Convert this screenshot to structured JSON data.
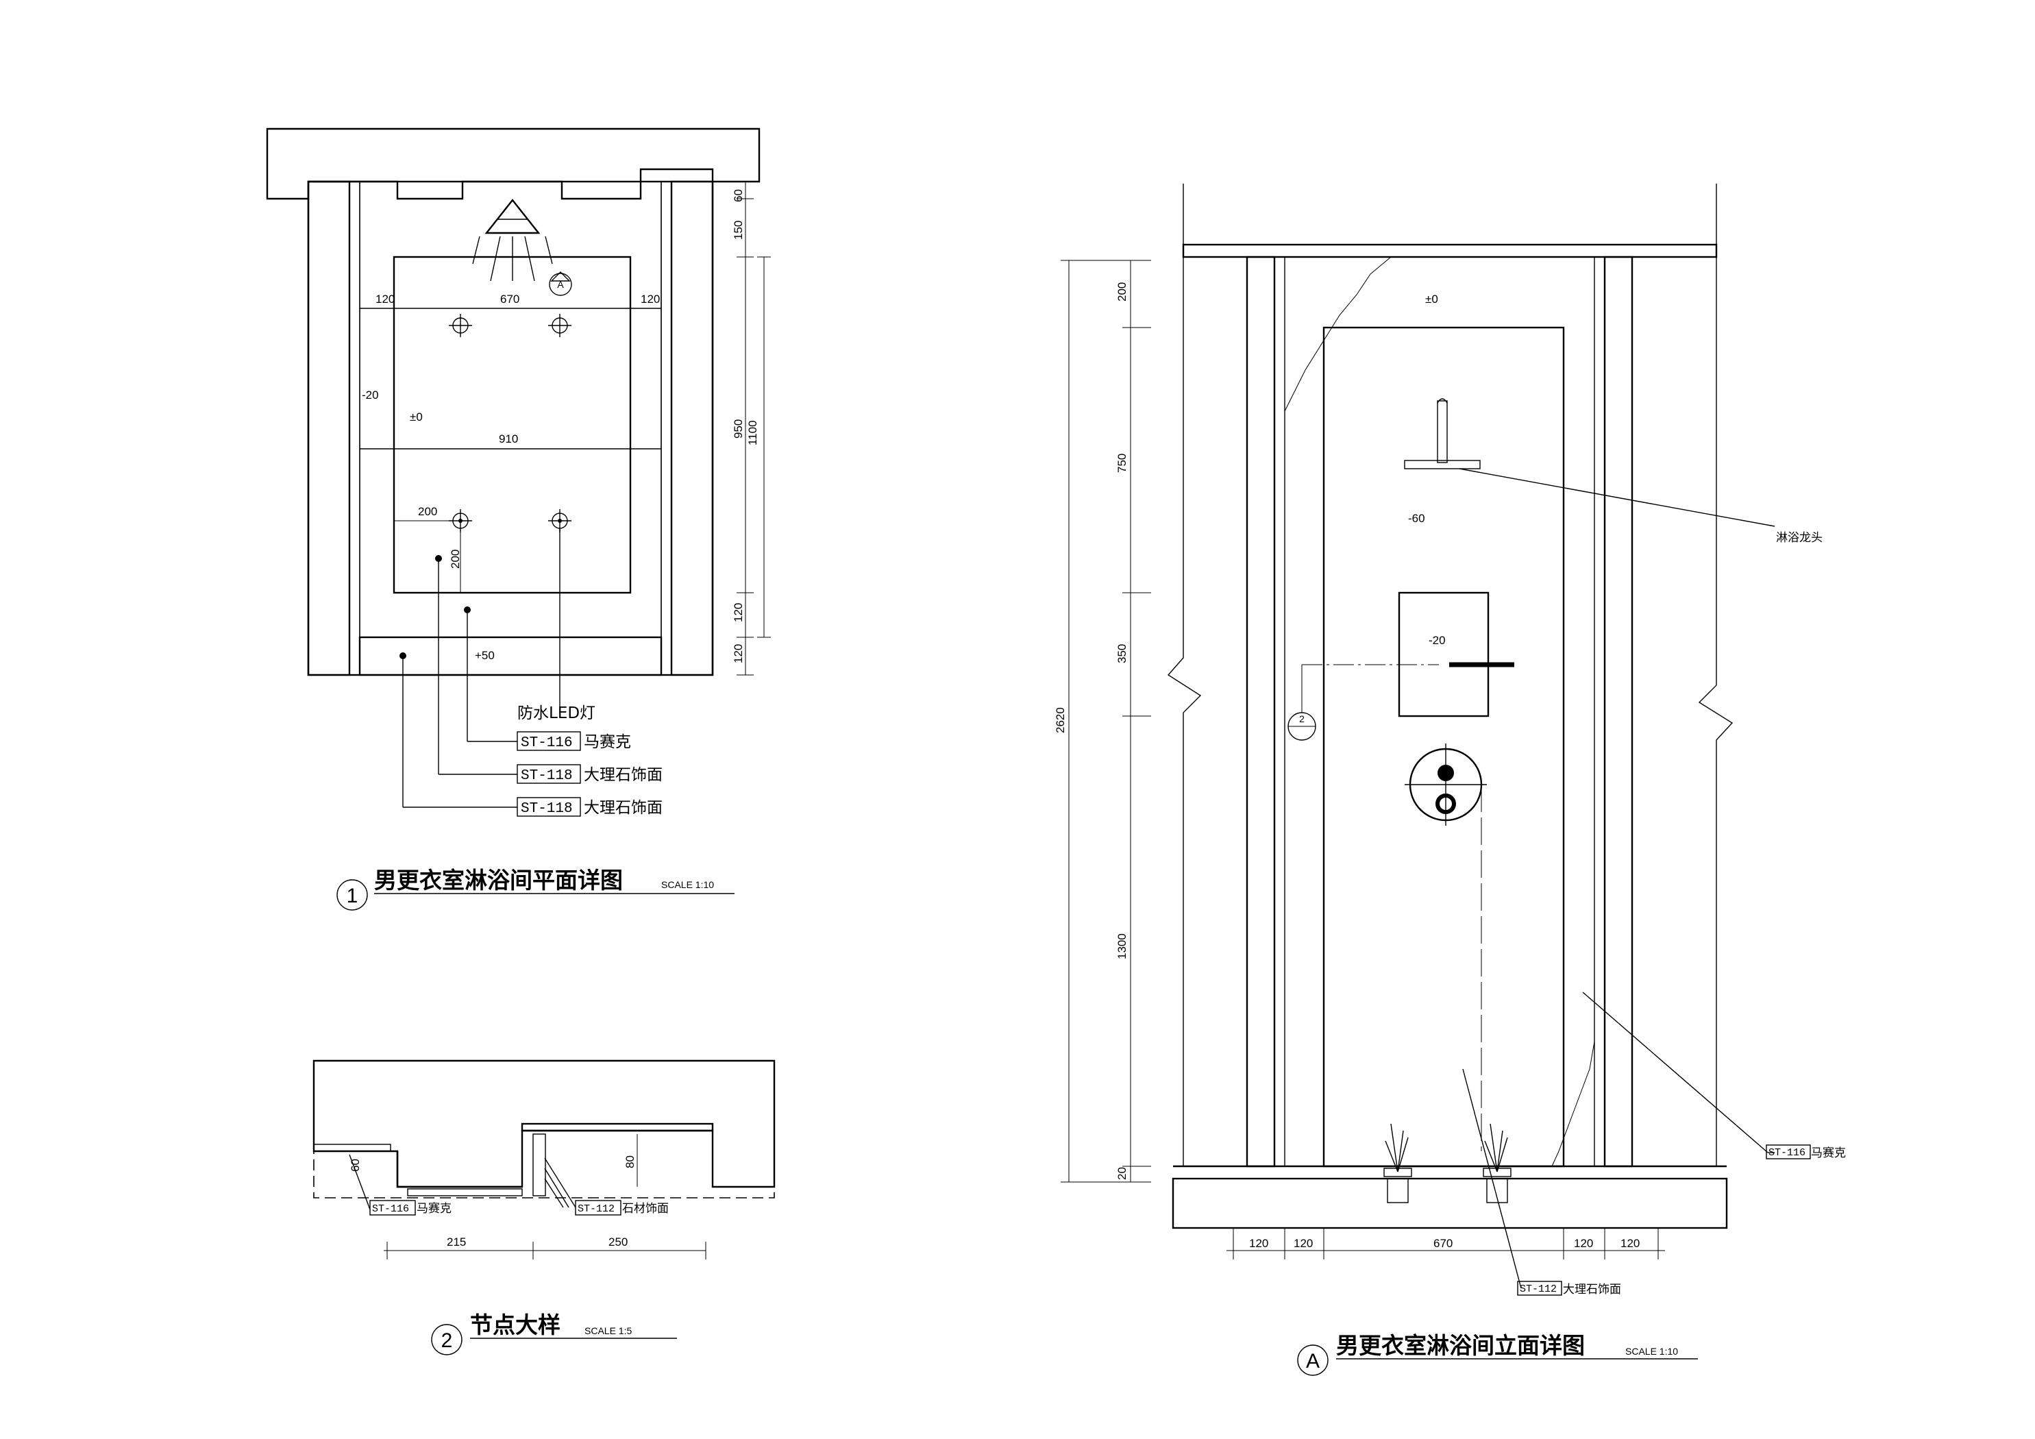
{
  "plan": {
    "dims": {
      "top_60": "60",
      "top_150": "150",
      "d_950": "950",
      "d_1100": "1100",
      "r_120a": "120",
      "r_120b": "120",
      "w_120l": "120",
      "w_670": "670",
      "w_120r": "120",
      "w_910": "910",
      "w_200": "200",
      "h_200": "200"
    },
    "levels": {
      "minus20": "-20",
      "zero": "±0",
      "plus50": "+50"
    },
    "labels": {
      "led": "防水LED灯",
      "st116_code": "ST-116",
      "st116_text": "马赛克",
      "st118a_code": "ST-118",
      "st118a_text": "大理石饰面",
      "st118b_code": "ST-118",
      "st118b_text": "大理石饰面"
    },
    "title": {
      "num": "1",
      "text": "男更衣室淋浴间平面详图",
      "scale": "SCALE 1:10"
    }
  },
  "node": {
    "dims": {
      "d60": "60",
      "d80": "80",
      "d215": "215",
      "d250": "250"
    },
    "labels": {
      "st116_code": "ST-116",
      "st116_text": "马赛克",
      "st112_code": "ST-112",
      "st112_text": "石材饰面"
    },
    "title": {
      "num": "2",
      "text": "节点大样",
      "scale": "SCALE 1:5"
    }
  },
  "elevation": {
    "dims": {
      "total": "2620",
      "v200": "200",
      "v750": "750",
      "v350": "350",
      "v1300": "1300",
      "v20": "20",
      "b120a": "120",
      "b120b": "120",
      "b670": "670",
      "b120c": "120",
      "b120d": "120"
    },
    "levels": {
      "zero": "±0",
      "minus60": "-60",
      "minus20": "-20"
    },
    "labels": {
      "shower": "淋浴龙头",
      "st116_code": "ST-116",
      "st116_text": "马赛克",
      "st112_code": "ST-112",
      "st112_text": "大理石饰面"
    },
    "callout": "2",
    "title": {
      "num": "A",
      "text": "男更衣室淋浴间立面详图",
      "scale": "SCALE 1:10"
    }
  }
}
